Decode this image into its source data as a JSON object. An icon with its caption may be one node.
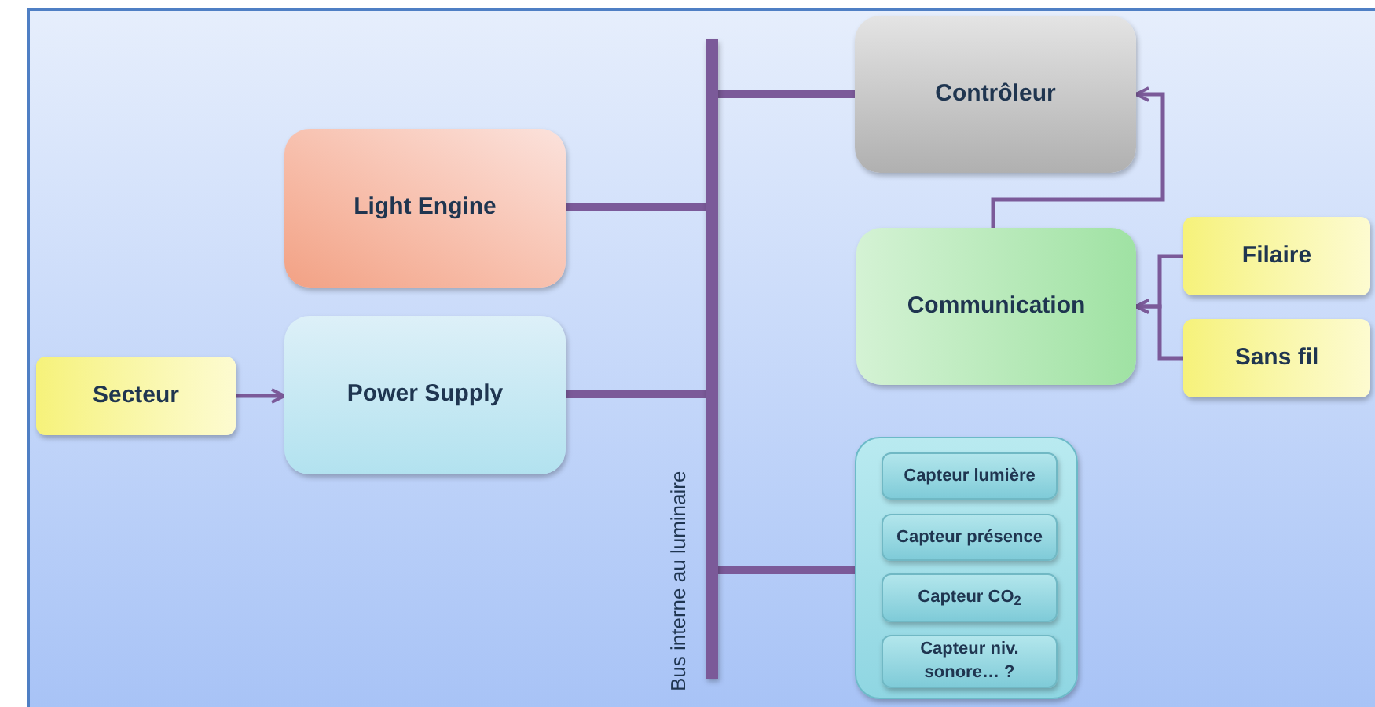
{
  "diagram": {
    "nodes": [
      {
        "text": [
          "Secteur"
        ]
      },
      {
        "text": [
          "Light Engine"
        ]
      },
      {
        "text": [
          "Power Supply"
        ]
      },
      {
        "text": [],
        "shape": "bar",
        "beside": [
          "Bus interne au luminaire"
        ]
      },
      {
        "text": [
          "Contrôleur"
        ]
      },
      {
        "text": [
          "Communication"
        ]
      },
      {
        "text": [
          "Filaire"
        ]
      },
      {
        "text": [
          "Sans fil"
        ]
      },
      {
        "text": [],
        "shape": "box"
      },
      {
        "text": [
          "Capteur lumière"
        ],
        "in": 8
      },
      {
        "text": [
          "Capteur présence"
        ],
        "in": 8
      },
      {
        "text": [
          "Capteur CO$_{2}$"
        ],
        "in": 8
      },
      {
        "text": [
          "Capteur niv. sonore… ?"
        ],
        "in": 8
      }
    ],
    "edges": [
      {
        "from": 0,
        "to": 2,
        "arrow": "to"
      },
      {
        "from": 1,
        "to": 3,
        "arrow": "none",
        "style": "thick"
      },
      {
        "from": 2,
        "to": 3,
        "arrow": "none",
        "style": "thick"
      },
      {
        "from": 3,
        "to": 4,
        "arrow": "none",
        "style": "thick"
      },
      {
        "from": 5,
        "to": 4,
        "arrow": "to"
      },
      {
        "from": 6,
        "to": 5,
        "arrow": "to"
      },
      {
        "from": 7,
        "to": 5,
        "arrow": "to"
      },
      {
        "from": 3,
        "to": 8,
        "arrow": "none",
        "style": "thick"
      }
    ]
  }
}
